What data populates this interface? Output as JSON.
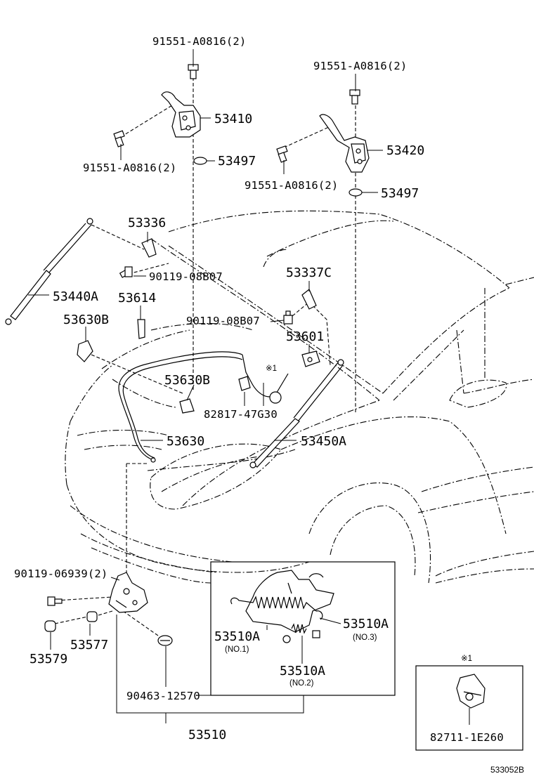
{
  "labels": {
    "p91551_a": "91551-A0816(2)",
    "p91551_b": "91551-A0816(2)",
    "p91551_c": "91551-A0816(2)",
    "p91551_d": "91551-A0816(2)",
    "p53410": "53410",
    "p53420": "53420",
    "p53497_a": "53497",
    "p53497_b": "53497",
    "p53336": "53336",
    "p90119_a": "90119-08B07",
    "p90119_b": "90119-08B07",
    "p53337c": "53337C",
    "p53440a": "53440A",
    "p53614": "53614",
    "p53630b_a": "53630B",
    "p53630b_b": "53630B",
    "p53601": "53601",
    "p82817": "82817-47G30",
    "p53630": "53630",
    "p53450a": "53450A",
    "ref_mark": "※1",
    "p90119_06939": "90119-06939(2)",
    "p53577": "53577",
    "p53579": "53579",
    "p53510a_no3": "53510A",
    "no3": "(NO.3)",
    "p53510a_no1": "53510A",
    "no1": "(NO.1)",
    "p53510a_no2": "53510A",
    "no2": "(NO.2)",
    "p90463": "90463-12570",
    "p53510": "53510",
    "inset_mark": "※1",
    "p82711": "82711-1E260",
    "diagram_id": "533052B"
  }
}
